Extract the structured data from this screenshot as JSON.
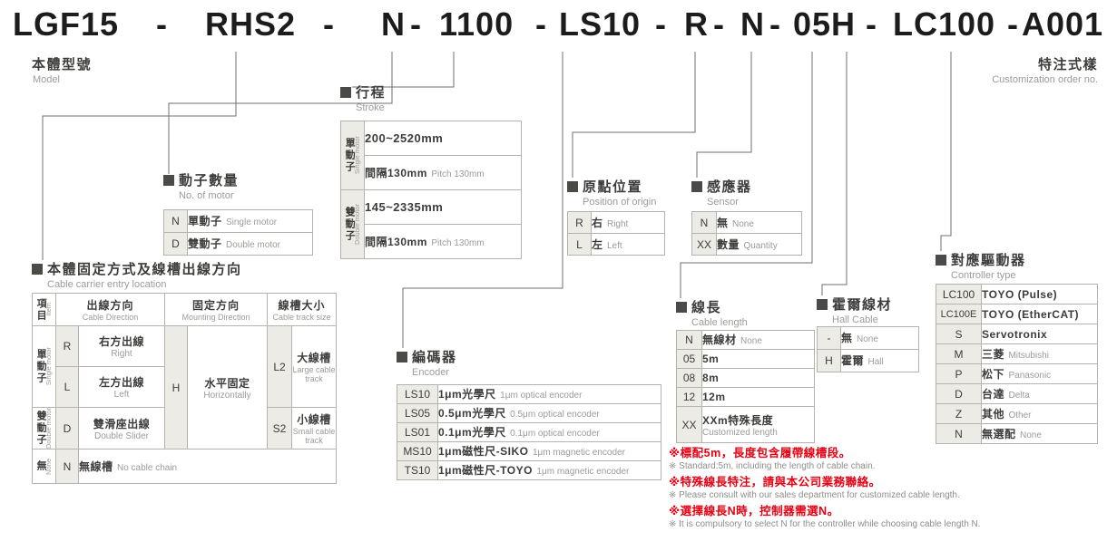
{
  "model_code": {
    "segments": [
      "LGF15",
      "RHS2",
      "N",
      "1100",
      "LS10",
      "R",
      "N",
      "05H",
      "LC100",
      "A001"
    ],
    "separator": "-"
  },
  "headings": {
    "model": {
      "zh": "本體型號",
      "en": "Model"
    },
    "custom": {
      "zh": "特注式樣",
      "en": "Customization order no."
    }
  },
  "stroke": {
    "title": {
      "zh": "行程",
      "en": "Stroke"
    },
    "groups": [
      {
        "zh": "單動子",
        "en": "Single motor",
        "range": "200~2520mm",
        "pitch_zh": "間隔130mm",
        "pitch_en": "Pitch 130mm"
      },
      {
        "zh": "雙動子",
        "en": "Double motor",
        "range": "145~2335mm",
        "pitch_zh": "間隔130mm",
        "pitch_en": "Pitch 130mm"
      }
    ]
  },
  "motor_count": {
    "title": {
      "zh": "動子數量",
      "en": "No. of motor"
    },
    "rows": [
      {
        "code": "N",
        "zh": "單動子",
        "en": "Single motor"
      },
      {
        "code": "D",
        "zh": "雙動子",
        "en": "Double motor"
      }
    ]
  },
  "origin": {
    "title": {
      "zh": "原點位置",
      "en": "Position of origin"
    },
    "rows": [
      {
        "code": "R",
        "zh": "右",
        "en": "Right"
      },
      {
        "code": "L",
        "zh": "左",
        "en": "Left"
      }
    ]
  },
  "sensor": {
    "title": {
      "zh": "感應器",
      "en": "Sensor"
    },
    "rows": [
      {
        "code": "N",
        "zh": "無",
        "en": "None"
      },
      {
        "code": "XX",
        "zh": "數量",
        "en": "Quantity"
      }
    ]
  },
  "mounting": {
    "title": {
      "zh": "本體固定方式及線槽出線方向",
      "en": "Cable carrier entry location"
    },
    "headers": [
      {
        "zh": "項目",
        "en": "Item"
      },
      {
        "zh": "出線方向",
        "en": "Cable Direction"
      },
      {
        "zh": "固定方向",
        "en": "Mounting Direction"
      },
      {
        "zh": "線槽大小",
        "en": "Cable track size"
      }
    ],
    "groups": [
      {
        "zh": "單動子",
        "en": "Single motor"
      },
      {
        "zh": "雙動子",
        "en": "Double motor"
      },
      {
        "zh": "無",
        "en": "None"
      }
    ],
    "rows": [
      {
        "code": "R",
        "zh": "右方出線",
        "en": "Right"
      },
      {
        "code": "L",
        "zh": "左方出線",
        "en": "Left"
      },
      {
        "code": "D",
        "zh": "雙滑座出線",
        "en": "Double Slider"
      },
      {
        "code": "N",
        "zh": "無線槽",
        "en": "No cable chain"
      }
    ],
    "mount": {
      "code": "H",
      "zh": "水平固定",
      "en": "Horizontally"
    },
    "tracks": [
      {
        "code": "L2",
        "zh": "大線槽",
        "en": "Large cable track"
      },
      {
        "code": "S2",
        "zh": "小線槽",
        "en": "Small cable track"
      }
    ]
  },
  "encoder": {
    "title": {
      "zh": "編碼器",
      "en": "Encoder"
    },
    "rows": [
      {
        "code": "LS10",
        "zh": "1μm光學尺",
        "en": "1μm optical encoder"
      },
      {
        "code": "LS05",
        "zh": "0.5μm光學尺",
        "en": "0.5μm optical encoder"
      },
      {
        "code": "LS01",
        "zh": "0.1μm光學尺",
        "en": "0.1μm optical encoder"
      },
      {
        "code": "MS10",
        "zh": "1μm磁性尺-SIKO",
        "en": "1μm magnetic encoder"
      },
      {
        "code": "TS10",
        "zh": "1μm磁性尺-TOYO",
        "en": "1μm magnetic encoder"
      }
    ]
  },
  "cable_length": {
    "title": {
      "zh": "線長",
      "en": "Cable length"
    },
    "rows": [
      {
        "code": "N",
        "zh": "無線材",
        "en": "None"
      },
      {
        "code": "05",
        "zh": "5m",
        "en": ""
      },
      {
        "code": "08",
        "zh": "8m",
        "en": ""
      },
      {
        "code": "12",
        "zh": "12m",
        "en": ""
      },
      {
        "code": "XX",
        "zh": "XXm特殊長度",
        "en": "Customized length"
      }
    ]
  },
  "hall": {
    "title": {
      "zh": "霍爾線材",
      "en": "Hall Cable"
    },
    "rows": [
      {
        "code": "-",
        "zh": "無",
        "en": "None"
      },
      {
        "code": "H",
        "zh": "霍爾",
        "en": "Hall"
      }
    ]
  },
  "controller": {
    "title": {
      "zh": "對應驅動器",
      "en": "Controller type"
    },
    "rows": [
      {
        "code": "LC100",
        "zh": "TOYO (Pulse)",
        "en": ""
      },
      {
        "code": "LC100E",
        "zh": "TOYO (EtherCAT)",
        "en": ""
      },
      {
        "code": "S",
        "zh": "Servotronix",
        "en": ""
      },
      {
        "code": "M",
        "zh": "三菱",
        "en": "Mitsubishi"
      },
      {
        "code": "P",
        "zh": "松下",
        "en": "Panasonic"
      },
      {
        "code": "D",
        "zh": "台達",
        "en": "Delta"
      },
      {
        "code": "Z",
        "zh": "其他",
        "en": "Other"
      },
      {
        "code": "N",
        "zh": "無選配",
        "en": "None"
      }
    ]
  },
  "notes": [
    {
      "zh": "※標配5m，長度包含履帶線槽段。",
      "en": "※ Standard:5m, including the length of cable chain."
    },
    {
      "zh": "※特殊線長特注，請與本公司業務聯絡。",
      "en": "※ Please consult with our sales department for customized cable length."
    },
    {
      "zh": "※選擇線長N時，控制器需選N。",
      "en": "※ It is compulsory to select N for the controller while choosing cable length N."
    }
  ],
  "colors": {
    "accent_red": "#e60012",
    "code_cell_bg": "#edebe6",
    "border": "#b5b3ae"
  }
}
